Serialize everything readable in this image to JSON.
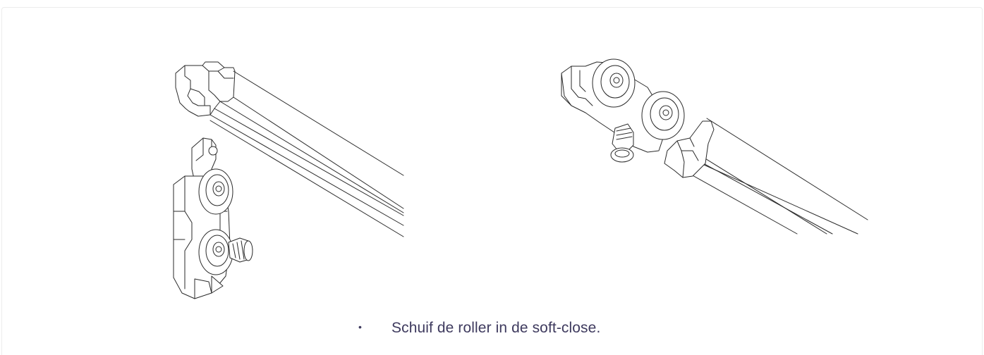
{
  "instruction": {
    "bullet": "•",
    "text": "Schuif de roller in de soft-close."
  },
  "figures": {
    "left": "roller-separate-from-rail",
    "right": "roller-inserted-in-rail"
  }
}
